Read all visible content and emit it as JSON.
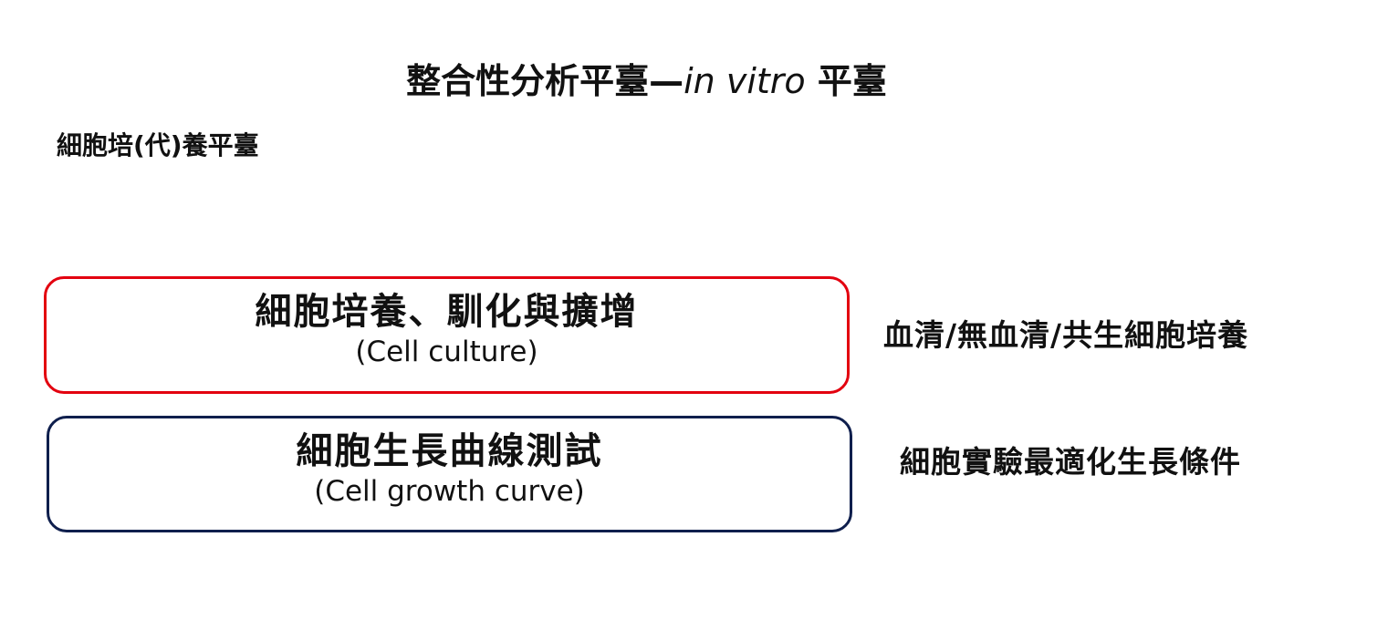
{
  "header": {
    "title_prefix": "整合性分析平臺—",
    "title_italic": "in vitro",
    "title_suffix": " 平臺"
  },
  "section": {
    "label": "細胞培(代)養平臺"
  },
  "items": [
    {
      "title": "細胞培養、馴化與擴增",
      "subtitle": "(Cell culture)",
      "border_color": "#e3000f",
      "note": "血清/無血清/共生細胞培養"
    },
    {
      "title": "細胞生長曲線測試",
      "subtitle": "(Cell growth curve)",
      "border_color": "#0f1f4d",
      "note": "細胞實驗最適化生長條件"
    }
  ]
}
